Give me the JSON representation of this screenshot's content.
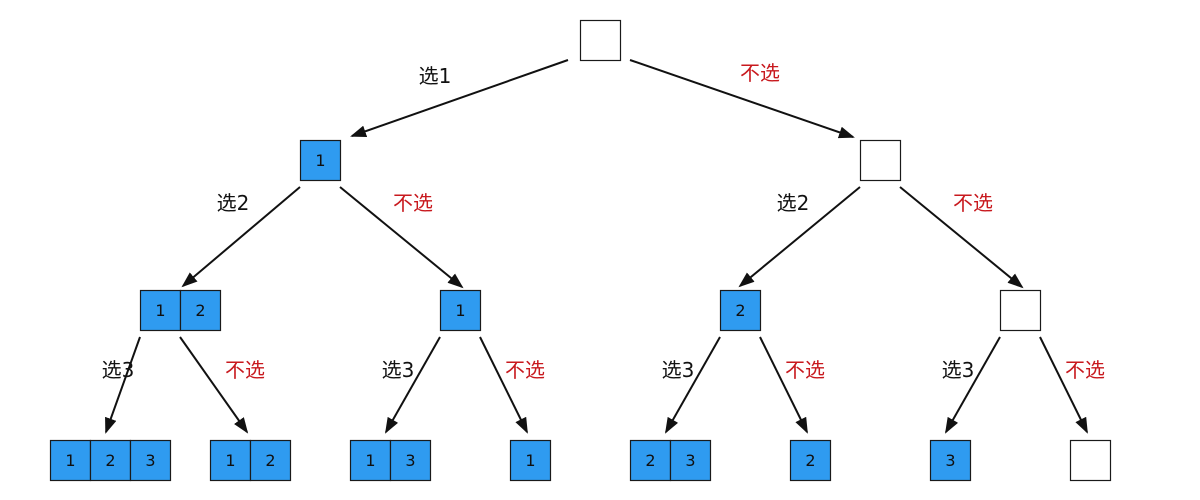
{
  "edge_labels": {
    "choose_1": "选1",
    "choose_2": "选2",
    "choose_3": "选3",
    "skip": "不选"
  },
  "nodes": {
    "root": [],
    "n1": [
      "1"
    ],
    "n0": [],
    "n12": [
      "1",
      "2"
    ],
    "n1b": [
      "1"
    ],
    "n2": [
      "2"
    ],
    "n0b": [],
    "n123": [
      "1",
      "2",
      "3"
    ],
    "n12b": [
      "1",
      "2"
    ],
    "n13": [
      "1",
      "3"
    ],
    "n1c": [
      "1"
    ],
    "n23": [
      "2",
      "3"
    ],
    "n2b": [
      "2"
    ],
    "n3": [
      "3"
    ],
    "n0c": []
  },
  "colors": {
    "filled_cell": "#2f9bf0",
    "cell_border": "#1a1a1a",
    "arrow": "#111111",
    "choose_label": "#111111",
    "skip_label": "#c8191e"
  }
}
